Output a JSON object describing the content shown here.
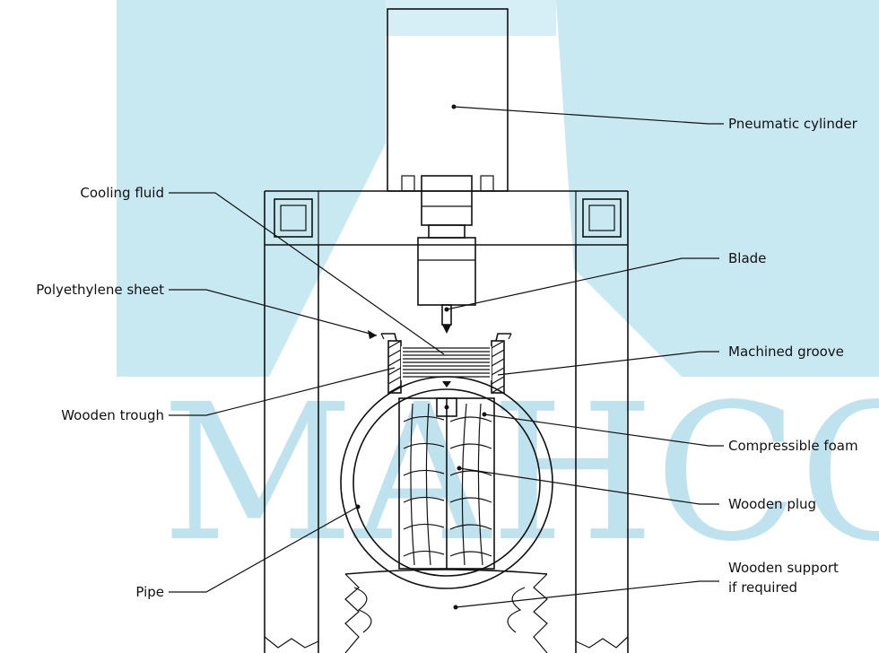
{
  "diagram": {
    "labels": {
      "pneumatic_cylinder": "Pneumatic cylinder",
      "cooling_fluid": "Cooling fluid",
      "blade": "Blade",
      "polyethylene_sheet": "Polyethylene sheet",
      "machined_groove": "Machined groove",
      "wooden_trough": "Wooden trough",
      "compressible_foam": "Compressible foam",
      "wooden_plug": "Wooden plug",
      "pipe": "Pipe",
      "wooden_support_line1": "Wooden support",
      "wooden_support_line2": "if required"
    },
    "watermark": {
      "text": "MAHCO",
      "color": "#bfe3ee"
    }
  }
}
